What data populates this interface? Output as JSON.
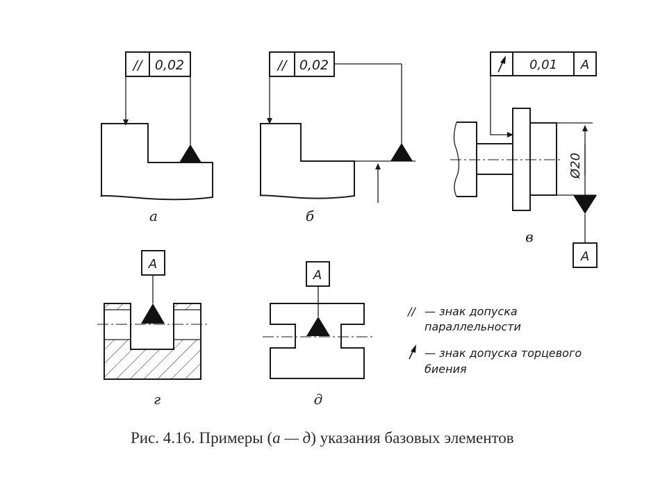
{
  "fig_a": {
    "symbol": "//",
    "tolerance": "0,02",
    "label": "а"
  },
  "fig_b": {
    "symbol": "//",
    "tolerance": "0,02",
    "label": "б"
  },
  "fig_v": {
    "symbol": "runout-arrow",
    "tolerance": "0,01",
    "datum": "A",
    "datum_bottom": "A",
    "diameter": "Ø20",
    "label": "в"
  },
  "fig_g": {
    "datum": "A",
    "label": "г"
  },
  "fig_d": {
    "datum": "A",
    "label": "д"
  },
  "legend": {
    "parallel_symbol": "//",
    "parallel_line1": "— знак допуска",
    "parallel_line2": "параллельности",
    "runout_line1": "— знак допуска торцевого",
    "runout_line2": "биения"
  },
  "caption": {
    "prefix": "Рис. 4.16. Примеры (",
    "letters": "а — д",
    "suffix": ") указания базовых элементов"
  },
  "colors": {
    "ink": "#1a1a1a",
    "hatch": "#333333",
    "background": "#ffffff"
  }
}
